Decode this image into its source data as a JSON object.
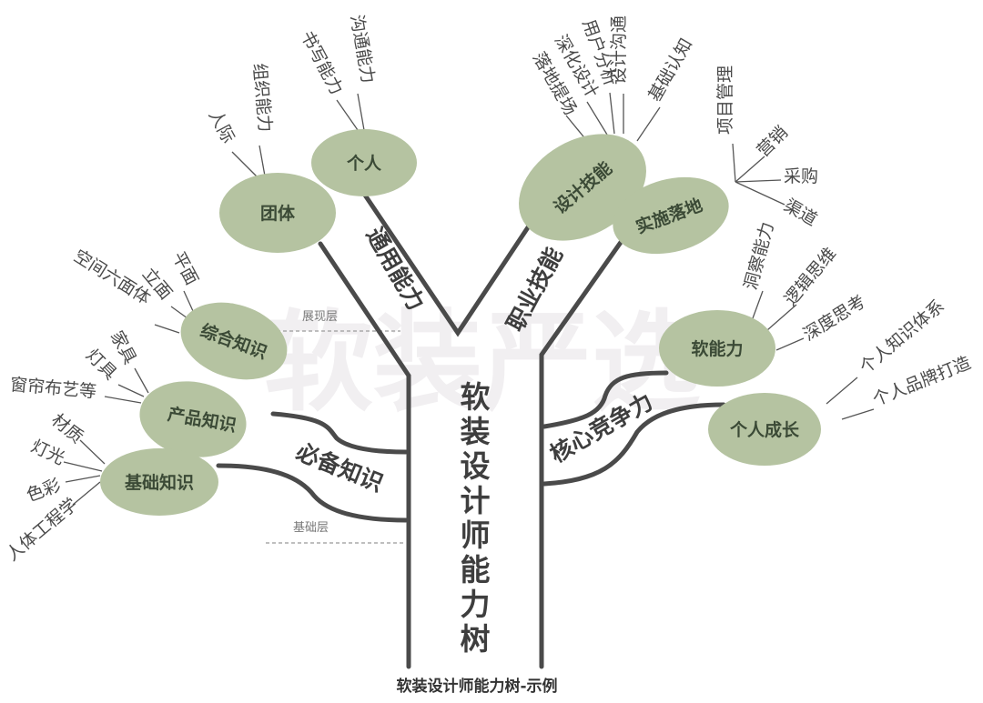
{
  "title": "软装设计师能力树",
  "caption": "软装设计师能力树-示例",
  "watermark": "软装严选",
  "colors": {
    "node_fill": "#b5c3a1",
    "node_text": "#3b4a36",
    "trunk_line": "#4a4a4a",
    "leaf_text": "#4a4a4a"
  },
  "trunk": {
    "chars": [
      "软",
      "装",
      "设",
      "计",
      "师",
      "能",
      "力",
      "树"
    ]
  },
  "layers": {
    "top": "展现层",
    "bottom": "基础层"
  },
  "branches": {
    "general": {
      "label": "通用能力",
      "nodes": [
        {
          "name": "团体",
          "leaves": [
            "人际",
            "组织能力"
          ]
        },
        {
          "name": "个人",
          "leaves": [
            "书写能力",
            "沟通能力"
          ]
        }
      ]
    },
    "professional": {
      "label": "职业技能",
      "nodes": [
        {
          "name": "设计技能",
          "leaves": [
            "落地提场",
            "深化设计",
            "用户分析",
            "设计沟通",
            "基础认知"
          ]
        },
        {
          "name": "实施落地",
          "leaves": [
            "项目管理",
            "营销",
            "采购",
            "渠道"
          ]
        }
      ]
    },
    "essential": {
      "label": "必备知识",
      "nodes": [
        {
          "name": "综合知识",
          "leaves": [
            "平面",
            "立面",
            "空间六面体"
          ]
        },
        {
          "name": "产品知识",
          "leaves": [
            "家具",
            "灯具",
            "窗帘布艺等"
          ]
        },
        {
          "name": "基础知识",
          "leaves": [
            "材质",
            "灯光",
            "色彩",
            "人体工程学"
          ]
        }
      ]
    },
    "core": {
      "label": "核心竞争力",
      "nodes": [
        {
          "name": "软能力",
          "leaves": [
            "洞察能力",
            "逻辑思维",
            "深度思考"
          ]
        },
        {
          "name": "个人成长",
          "leaves": [
            "个人知识体系",
            "个人品牌打造"
          ]
        }
      ]
    }
  }
}
